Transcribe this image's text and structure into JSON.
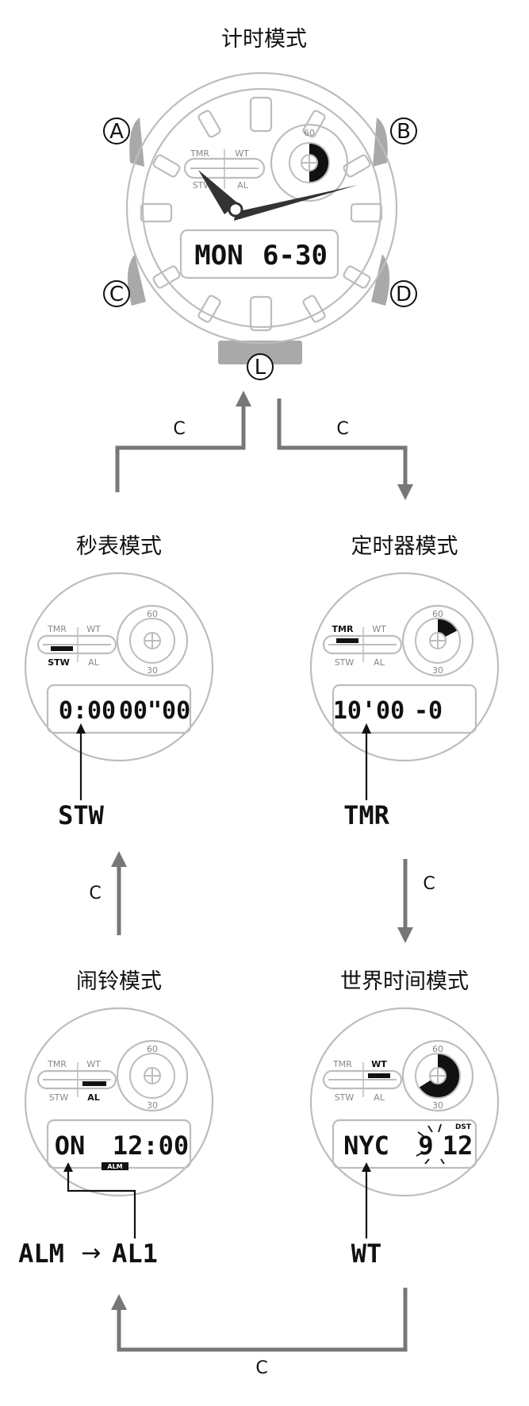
{
  "modes": {
    "timekeeping": "计时模式",
    "stopwatch": "秒表模式",
    "timer": "定时器模式",
    "alarm": "闹铃模式",
    "worldtime": "世界时间模式"
  },
  "buttons": {
    "a": "A",
    "b": "B",
    "c": "C",
    "d": "D",
    "l": "L"
  },
  "transition_label": "C",
  "indicator": {
    "tmr": "TMR",
    "wt": "WT",
    "stw": "STW",
    "al": "AL",
    "sixty": "60",
    "thirty": "30"
  },
  "displays": {
    "main": {
      "left": "MON",
      "right": "6-30"
    },
    "stopwatch": {
      "left": "0:00",
      "right": "00\"00"
    },
    "timer": {
      "left": "10'00",
      "right": "-0"
    },
    "alarm": {
      "left": "ON",
      "right": "12:00",
      "badge": "ALM"
    },
    "worldtime": {
      "city": "NYC",
      "hour": "9",
      "minute": "12",
      "dst": "DST"
    }
  },
  "callouts": {
    "stopwatch": "STW",
    "timer": "TMR",
    "alarm_from": "ALM",
    "alarm_arrow": "→",
    "alarm_to": "AL1",
    "worldtime": "WT"
  },
  "colors": {
    "outline": "#bdbdbd",
    "button": "#a9a9a9",
    "flow": "#777777",
    "ink": "#111111"
  }
}
